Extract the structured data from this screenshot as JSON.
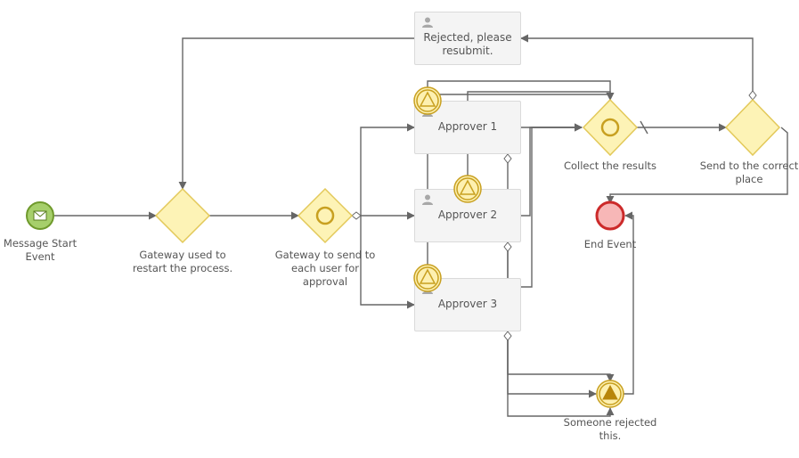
{
  "colors": {
    "edge": "#666666",
    "gateway_fill": "#fdf3b6",
    "gateway_stroke": "#e3c95a",
    "event_ring": "#c8a020",
    "start_fill": "#a6cf6b",
    "start_stroke": "#6f9a2c",
    "end_fill": "#f7b7b7",
    "end_stroke": "#cc2a2a",
    "task_fill": "#f4f4f4",
    "task_stroke": "#dadada"
  },
  "events": {
    "start": {
      "label": "Message Start Event",
      "icon": "envelope-icon"
    },
    "end": {
      "label": "End Event"
    },
    "rejected": {
      "label": "Someone rejected this.",
      "icon": "triangle-signal-icon"
    }
  },
  "gateways": {
    "restart": {
      "label": "Gateway used to restart the process.",
      "type": "exclusive"
    },
    "send": {
      "label": "Gateway to send to each user for approval",
      "type": "event-based"
    },
    "collect": {
      "label": "Collect the results",
      "type": "event-based"
    },
    "route": {
      "label": "Send to the correct place",
      "type": "exclusive"
    }
  },
  "tasks": {
    "rejected_resubmit": {
      "label": "Rejected, please resubmit.",
      "icon": "user-icon"
    },
    "approver1": {
      "label": "Approver 1",
      "icon": "user-icon"
    },
    "approver2": {
      "label": "Approver 2",
      "icon": "user-icon"
    },
    "approver3": {
      "label": "Approver 3",
      "icon": "user-icon"
    }
  },
  "boundary_events": {
    "approver1_signal": {
      "icon": "triangle-signal-icon"
    },
    "approver2_signal": {
      "icon": "triangle-signal-icon"
    },
    "approver3_signal": {
      "icon": "triangle-signal-icon"
    }
  }
}
